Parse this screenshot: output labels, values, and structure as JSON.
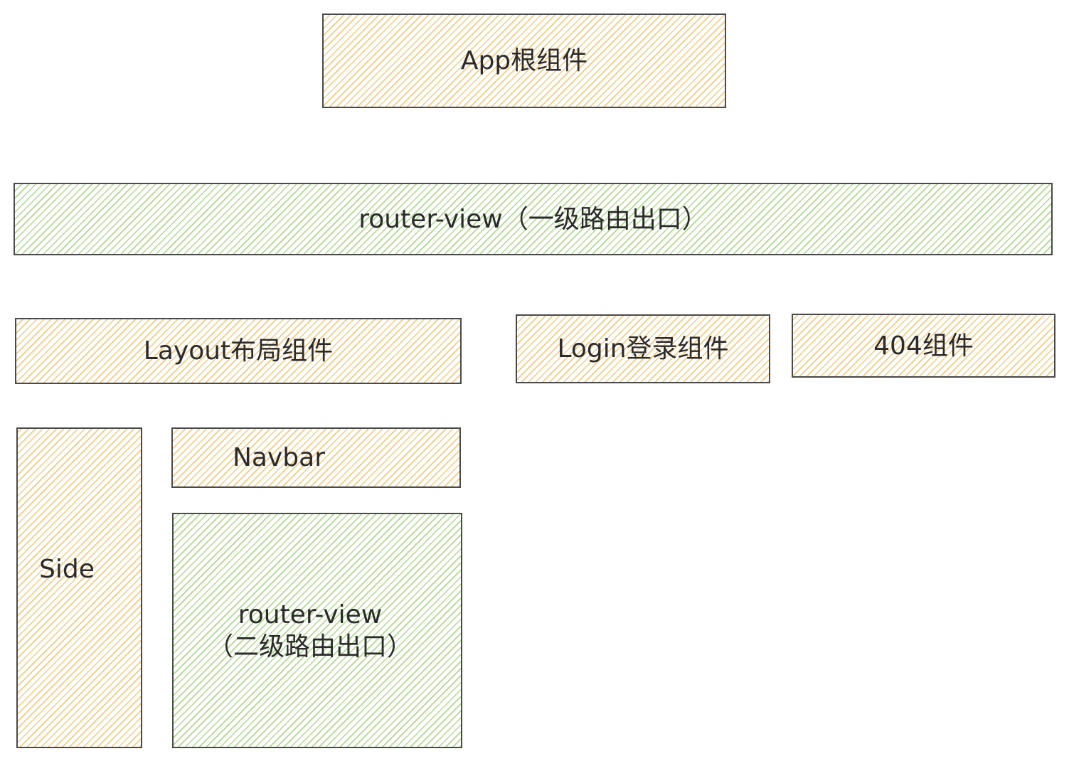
{
  "diagram": {
    "app_root": {
      "label": "App根组件"
    },
    "router_view_level1": {
      "label": "router-view（一级路由出口）"
    },
    "layout": {
      "label": "Layout布局组件"
    },
    "login": {
      "label": "Login登录组件"
    },
    "not_found": {
      "label": "404组件"
    },
    "side": {
      "label": "Side"
    },
    "navbar": {
      "label": "Navbar"
    },
    "router_view_level2": {
      "line1": "router-view",
      "line2": "（二级路由出口）"
    }
  },
  "colors": {
    "component_hatch": "#f8c678",
    "router_view_hatch": "#aad787",
    "border": "#4a4a4a",
    "text": "#2b2b2b"
  }
}
